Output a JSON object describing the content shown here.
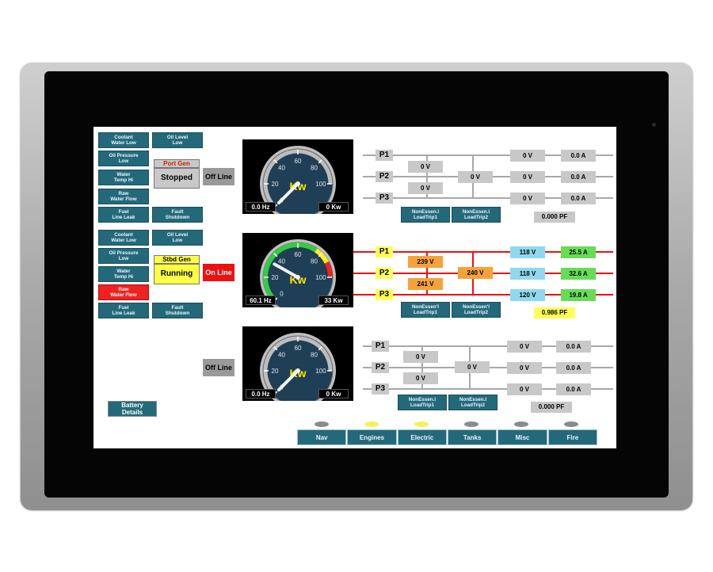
{
  "port": {
    "alarms": [
      {
        "label": "Coolant\nWater Low"
      },
      {
        "label": "Oil Level\nLow"
      },
      {
        "label": "Oil Pressure\nLow"
      },
      {
        "label": ""
      },
      {
        "label": "Water\nTemp Hi"
      },
      {
        "label": ""
      },
      {
        "label": "Raw\nWater Flow"
      },
      {
        "label": ""
      },
      {
        "label": "Fuel\nLine Leak"
      },
      {
        "label": "Fault\nShutdown"
      }
    ],
    "gen_name": "Port Gen",
    "gen_state": "Stopped",
    "line_state": "Off Line",
    "gauge": {
      "unit": "Kw",
      "ticks": [
        "0",
        "20",
        "40",
        "60",
        "80",
        "100"
      ],
      "hz": "0.0 Hz",
      "kw": "0 Kw",
      "value_pct": 0
    },
    "phases": [
      "P1",
      "P2",
      "P3"
    ],
    "bus_voltages": [
      "0 V",
      "0 V",
      "0 V"
    ],
    "volts": [
      "0 V",
      "0 V",
      "0 V"
    ],
    "amps": [
      "0.0 A",
      "0.0 A",
      "0.0 A"
    ],
    "pf": "0.000 PF",
    "load_trips": [
      "NonEssen.l\nLoadTrip1",
      "NonEssen.l\nLoadTrip2"
    ]
  },
  "stbd": {
    "alarms": [
      {
        "label": "Coolant\nWater Low"
      },
      {
        "label": "Oil Level\nLow"
      },
      {
        "label": "Oil Pressure\nLow"
      },
      {
        "label": ""
      },
      {
        "label": "Water\nTemp Hi"
      },
      {
        "label": ""
      },
      {
        "label": "Raw\nWater Flow",
        "status": "alarm"
      },
      {
        "label": ""
      },
      {
        "label": "Fuel\nLine Leak"
      },
      {
        "label": "Fault\nShutdown"
      }
    ],
    "gen_name": "Stbd Gen",
    "gen_state": "Running",
    "line_state": "On Line",
    "gauge": {
      "unit": "Kw",
      "ticks": [
        "0",
        "20",
        "40",
        "60",
        "80",
        "100"
      ],
      "hz": "60.1 Hz",
      "kw": "33 Kw",
      "value_pct": 33
    },
    "phases": [
      "P1",
      "P2",
      "P3"
    ],
    "bus_voltages": [
      "239 V",
      "241 V",
      "240 V"
    ],
    "volts": [
      "118 V",
      "118 V",
      "120 V"
    ],
    "amps": [
      "25.5 A",
      "32.6 A",
      "19.8 A"
    ],
    "pf": "0.986 PF",
    "load_trips": [
      "NonEssen'l\nLoadTrip1",
      "NonEssen'l\nLoadTrip2"
    ]
  },
  "third": {
    "line_state": "Off Line",
    "gauge": {
      "unit": "Kw",
      "ticks": [
        "0",
        "20",
        "40",
        "60",
        "80",
        "100"
      ],
      "hz": "0.0 Hz",
      "kw": "0 Kw",
      "value_pct": 0
    },
    "phases": [
      "P1",
      "P2",
      "P3"
    ],
    "bus_voltages": [
      "0 V",
      "0 V",
      "0 V"
    ],
    "volts": [
      "0 V",
      "0 V",
      "0 V"
    ],
    "amps": [
      "0.0 A",
      "0.0 A",
      "0.0 A"
    ],
    "pf": "0.000 PF",
    "load_trips": [
      "NonEssen.l\nLoadTrip1",
      "NonEssen.l\nLoadTrip2"
    ]
  },
  "battery_button": "Battery\nDetails",
  "nav": {
    "tabs": [
      "Nav",
      "Engines",
      "Electric",
      "Tanks",
      "Misc",
      "Fire"
    ],
    "indicators": [
      "gray",
      "yellow",
      "yellow",
      "gray",
      "gray",
      "gray"
    ]
  },
  "colors": {
    "button_teal": "#24697a",
    "alarm_red": "#ee2222",
    "online_red": "#ee1111",
    "active_yellow": "#ffff44"
  }
}
